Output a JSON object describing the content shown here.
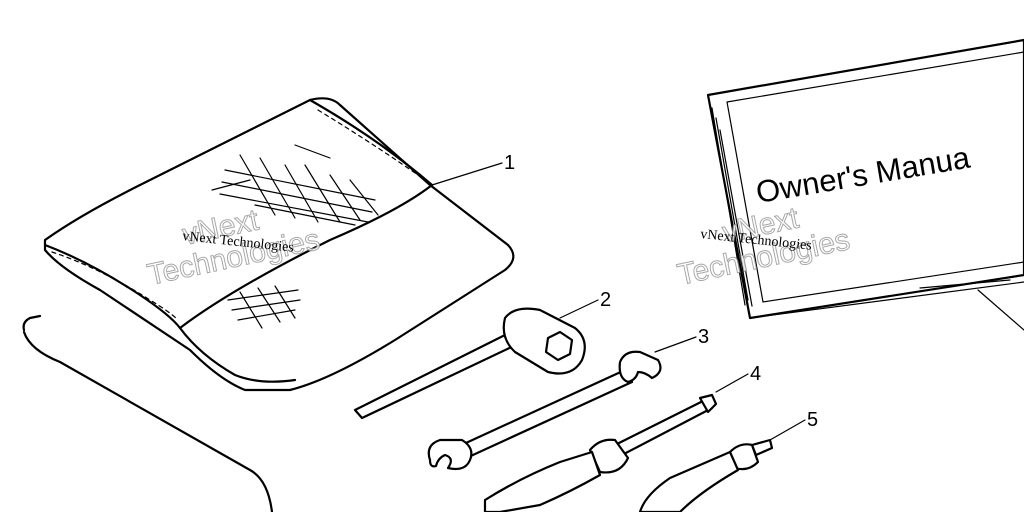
{
  "callouts": {
    "item1": "1",
    "item2": "2",
    "item3": "3",
    "item4": "4",
    "item5": "5"
  },
  "manual": {
    "title": "Owner's Manua"
  },
  "watermark": {
    "small_text": "vNext Technologies",
    "big_line1": "vNext",
    "big_line2": "Technologies"
  },
  "colors": {
    "ink": "#000000",
    "background": "#ffffff",
    "watermark_outline": "#9a9a9a"
  }
}
